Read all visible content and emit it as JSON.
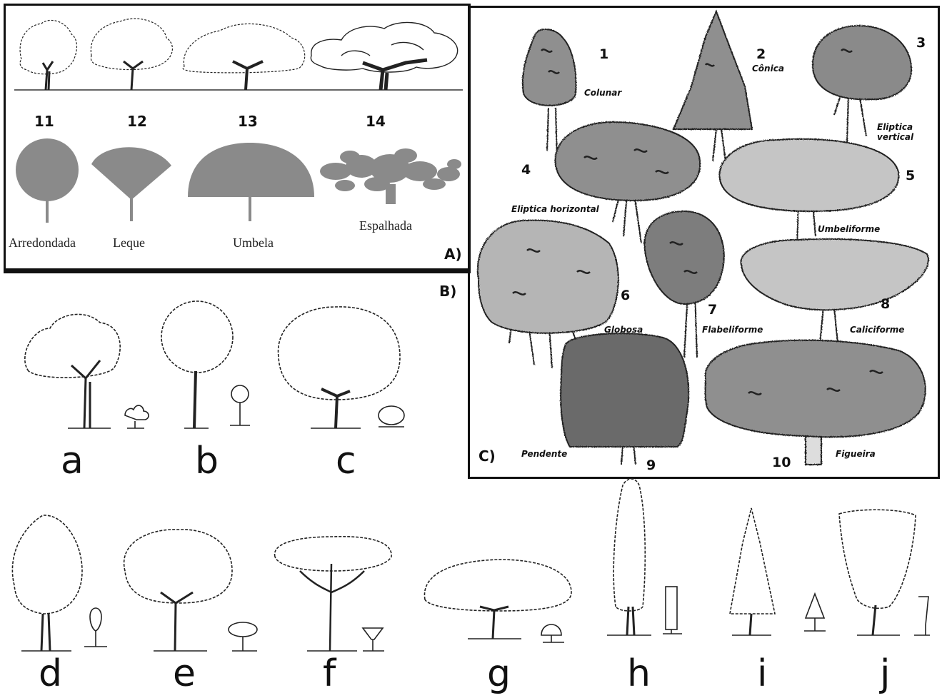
{
  "panel_a": {
    "letter": "A)",
    "numbers": [
      "11",
      "12",
      "13",
      "14"
    ],
    "shapes": [
      "Arredondada",
      "Leque",
      "Umbela",
      "Espalhada"
    ]
  },
  "panel_b": {
    "letter": "B)",
    "trees": [
      "a",
      "b",
      "c",
      "d",
      "e",
      "f",
      "g",
      "h",
      "i",
      "j"
    ]
  },
  "panel_c": {
    "letter": "C)",
    "trees": [
      {
        "num": "1",
        "name": "Colunar"
      },
      {
        "num": "2",
        "name": "Cônica"
      },
      {
        "num": "3",
        "name_line1": "Eliptica",
        "name_line2": "vertical"
      },
      {
        "num": "4",
        "name": "Eliptica horizontal"
      },
      {
        "num": "5",
        "name": "Umbeliforme"
      },
      {
        "num": "6",
        "name": "Globosa"
      },
      {
        "num": "7",
        "name": "Flabeliforme"
      },
      {
        "num": "8",
        "name": "Caliciforme"
      },
      {
        "num": "9",
        "name": "Pendente"
      },
      {
        "num": "10",
        "name": "Figueira"
      }
    ]
  },
  "colors": {
    "silhouette": "#8a8a8a",
    "canopy_dark": "#6e6e6e",
    "canopy_mid": "#9d9d9d",
    "canopy_light": "#c4c4c4",
    "border": "#111111"
  }
}
